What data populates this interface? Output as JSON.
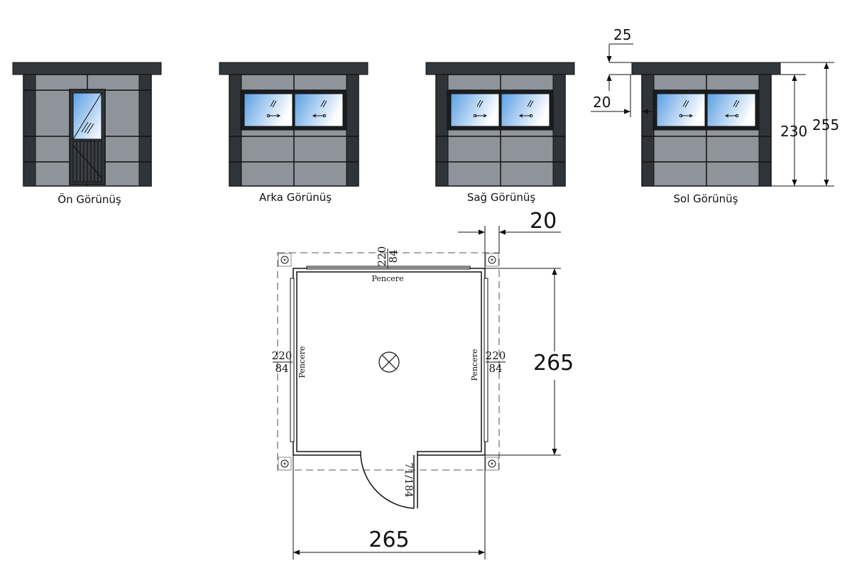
{
  "elevations": {
    "front": {
      "caption": "Ön Görünüş"
    },
    "back": {
      "caption": "Arka Görünüş"
    },
    "right": {
      "caption": "Sağ Görünüş"
    },
    "left": {
      "caption": "Sol Görünüş"
    }
  },
  "dimensions": {
    "roof_overhang": "25",
    "window_offset": "20",
    "wall_height": "230",
    "total_height": "255",
    "plan_offset": "20",
    "plan_depth": "265",
    "plan_width": "265"
  },
  "plan": {
    "top_window": {
      "label": "Pencere",
      "width": "220",
      "height": "84"
    },
    "left_window": {
      "label": "Pencere",
      "width": "220",
      "height": "84"
    },
    "right_window": {
      "label": "Pencere",
      "width": "220",
      "height": "84"
    },
    "door": {
      "size": "71/184"
    }
  },
  "colors": {
    "panel": "#8f949a",
    "column": "#2f3438",
    "roof": "#33383c",
    "glass_start": "#5b9fe3",
    "glass_end": "#ffffff"
  }
}
